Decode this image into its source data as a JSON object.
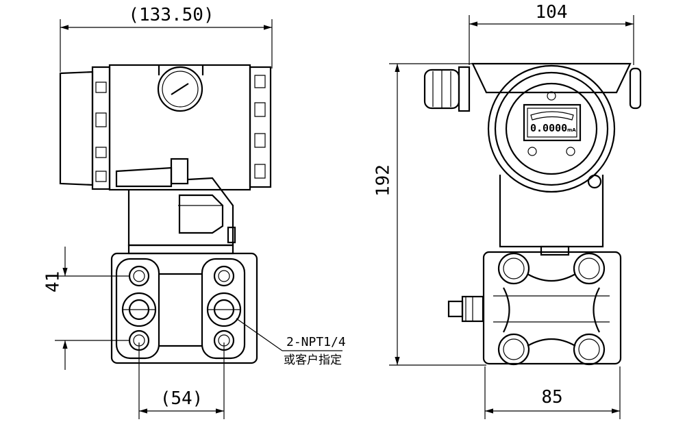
{
  "dimensions": {
    "side_width": "(133.50)",
    "front_width": "104",
    "height": "192",
    "port_spacing_vertical": "41",
    "port_spacing_horizontal": "(54)",
    "flange_width": "85"
  },
  "annotation": {
    "port_spec": "2-NPT1/4",
    "port_note": "或客户指定"
  },
  "display": {
    "reading": "0.0000",
    "unit": "mA"
  }
}
